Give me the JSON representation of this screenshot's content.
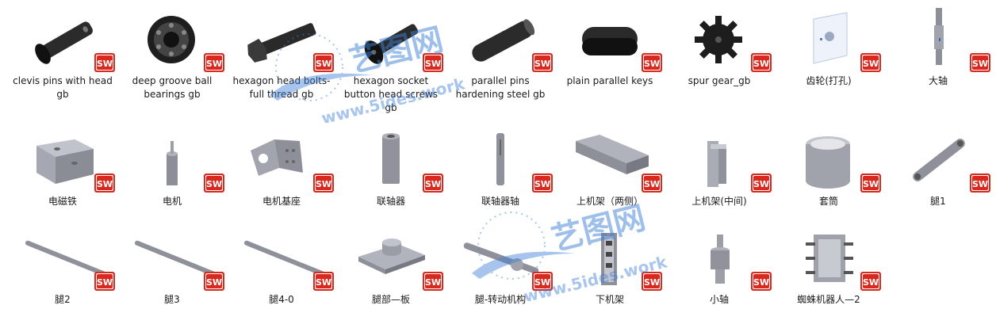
{
  "rows": [
    [
      {
        "name": "clevis pins with head gb",
        "icon": "clevis-pin-icon"
      },
      {
        "name": "deep groove ball bearings gb",
        "icon": "ball-bearing-icon"
      },
      {
        "name": "hexagon head bolts-full thread gb",
        "icon": "hex-bolt-icon"
      },
      {
        "name": "hexagon socket button head screws gb",
        "icon": "socket-screw-icon"
      },
      {
        "name": "parallel pins hardening steel gb",
        "icon": "parallel-pin-icon"
      },
      {
        "name": "plain parallel keys",
        "icon": "parallel-key-icon"
      },
      {
        "name": "spur gear_gb",
        "icon": "spur-gear-icon"
      },
      {
        "name": "齿轮(打孔)",
        "icon": "gear-sketch-icon"
      },
      {
        "name": "大轴",
        "icon": "large-shaft-icon"
      }
    ],
    [
      {
        "name": "电磁铁",
        "icon": "electromagnet-icon"
      },
      {
        "name": "电机",
        "icon": "motor-icon"
      },
      {
        "name": "电机基座",
        "icon": "motor-base-icon"
      },
      {
        "name": "联轴器",
        "icon": "coupling-icon"
      },
      {
        "name": "联轴器轴",
        "icon": "coupling-shaft-icon"
      },
      {
        "name": "上机架（两侧）",
        "icon": "upper-frame-side-icon"
      },
      {
        "name": "上机架(中间)",
        "icon": "upper-frame-middle-icon"
      },
      {
        "name": "套筒",
        "icon": "sleeve-icon"
      },
      {
        "name": "腿1",
        "icon": "leg-icon"
      }
    ],
    [
      {
        "name": "腿2",
        "icon": "leg-rod-icon"
      },
      {
        "name": "腿3",
        "icon": "leg-rod-icon"
      },
      {
        "name": "腿4-0",
        "icon": "leg-rod-icon"
      },
      {
        "name": "腿部—板",
        "icon": "leg-plate-icon"
      },
      {
        "name": "腿-转动机构",
        "icon": "rotation-mechanism-icon"
      },
      {
        "name": "下机架",
        "icon": "lower-frame-icon"
      },
      {
        "name": "小轴",
        "icon": "small-shaft-icon"
      },
      {
        "name": "蜘蛛机器人—2",
        "icon": "spider-robot-icon"
      }
    ]
  ],
  "badge": {
    "text": "SW",
    "color": "#d9281e"
  },
  "watermark": {
    "title": "艺图网",
    "url": "www.5ides.work",
    "color": "#3d7fd6"
  }
}
